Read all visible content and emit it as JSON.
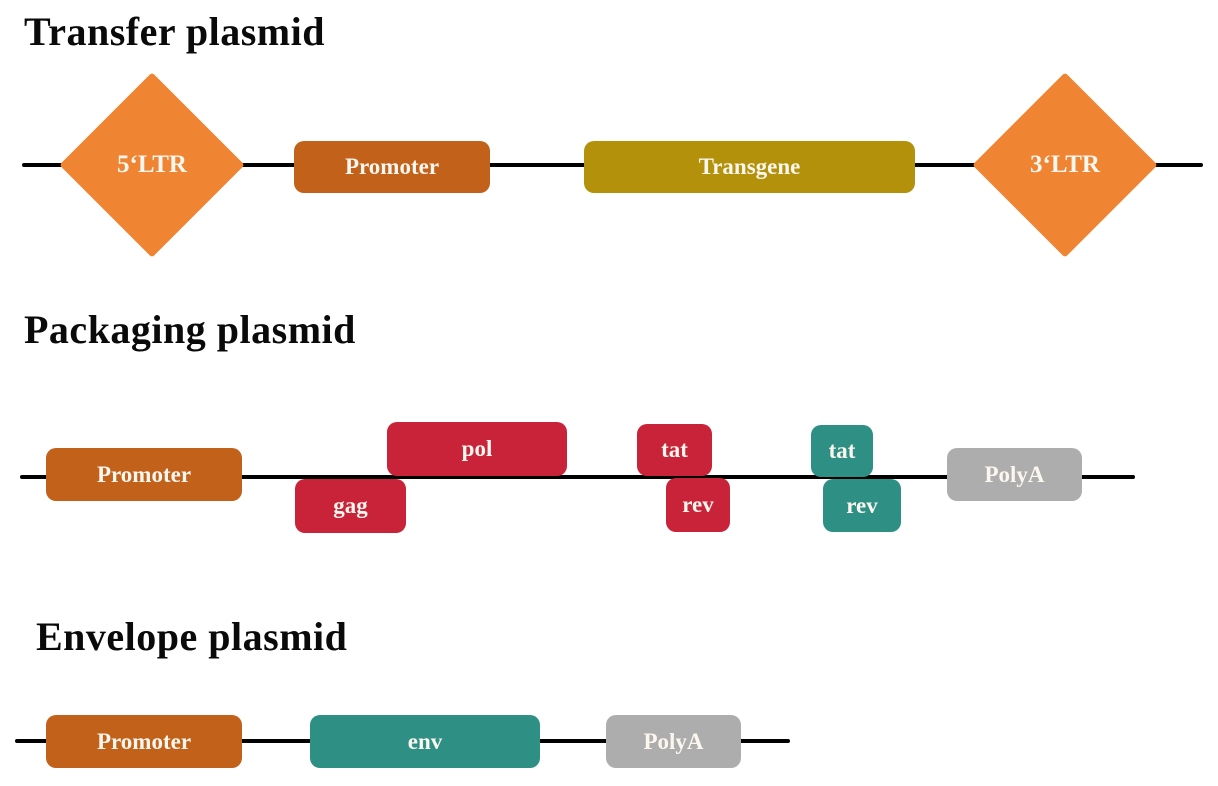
{
  "colors": {
    "ltr_orange": "#ef8432",
    "promoter_orange": "#c2611a",
    "transgene_gold": "#b4910a",
    "gene_red": "#c82339",
    "gene_teal": "#2e8f85",
    "polya_gray": "#adadad",
    "backbone_black": "#000000",
    "label_white": "#fbf6ee",
    "title_black": "#0a0a0a"
  },
  "sections": {
    "transfer": {
      "title": "Transfer plasmid",
      "ltr5": "5‘LTR",
      "promoter": "Promoter",
      "transgene": "Transgene",
      "ltr3": "3‘LTR"
    },
    "packaging": {
      "title": "Packaging plasmid",
      "promoter": "Promoter",
      "gag": "gag",
      "pol": "pol",
      "tat1": "tat",
      "rev1": "rev",
      "tat2": "tat",
      "rev2": "rev",
      "polya": "PolyA"
    },
    "envelope": {
      "title": "Envelope plasmid",
      "promoter": "Promoter",
      "env": "env",
      "polya": "PolyA"
    }
  }
}
